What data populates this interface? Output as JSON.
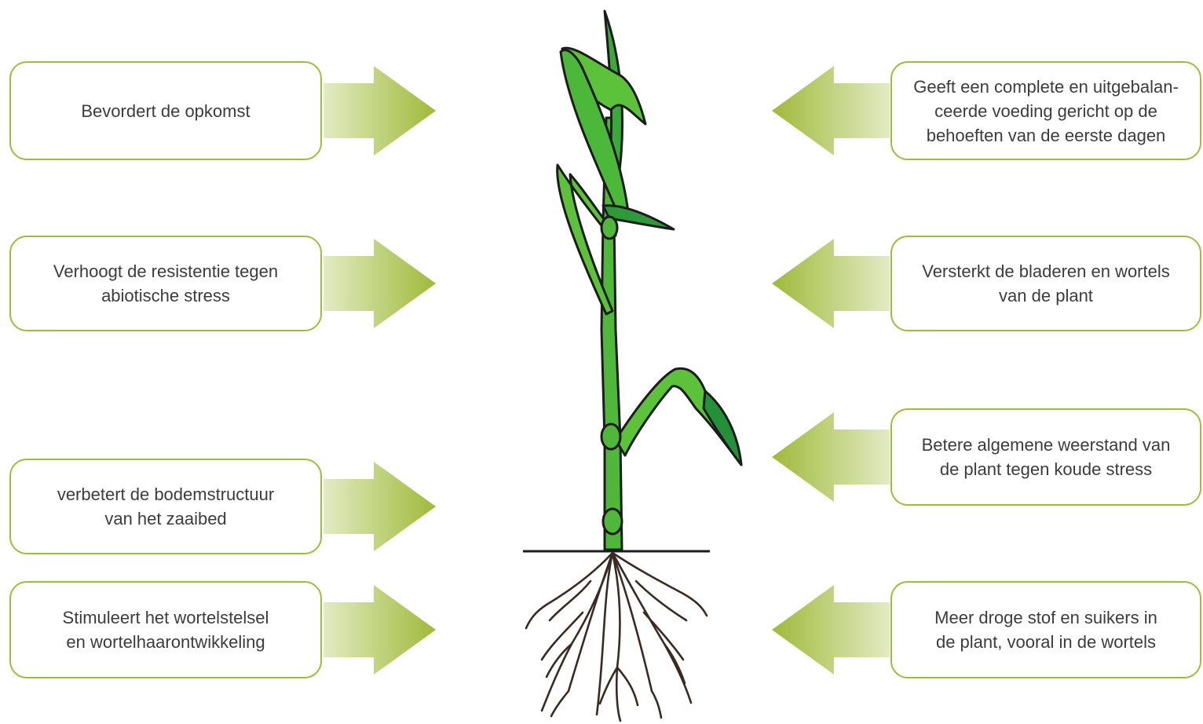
{
  "left_boxes": [
    {
      "text": "Bevordert de opkomst"
    },
    {
      "text": "Verhoogt de resistentie tegen\nabiotische stress"
    },
    {
      "text": "verbetert de bodemstructuur\nvan het zaaibed"
    },
    {
      "text": "Stimuleert het wortelstelsel\nen wortelhaarontwikkeling"
    }
  ],
  "right_boxes": [
    {
      "text": "Geeft een complete en uitgebalan-\nceerde voeding gericht op de\nbehoeften van de eerste dagen"
    },
    {
      "text": "Versterkt de bladeren en wortels\nvan de plant"
    },
    {
      "text": "Betere algemene weerstand van\nde plant tegen koude stress"
    },
    {
      "text": "Meer droge stof en suikers in\nde plant, vooral in de wortels"
    }
  ],
  "colors": {
    "box_border": "#9bbf3a",
    "arrow": "#a3bc3c",
    "leaf_light": "#5cc23a",
    "leaf_dark": "#24913a",
    "outline": "#1c1c1c",
    "root": "#3a2a22"
  }
}
